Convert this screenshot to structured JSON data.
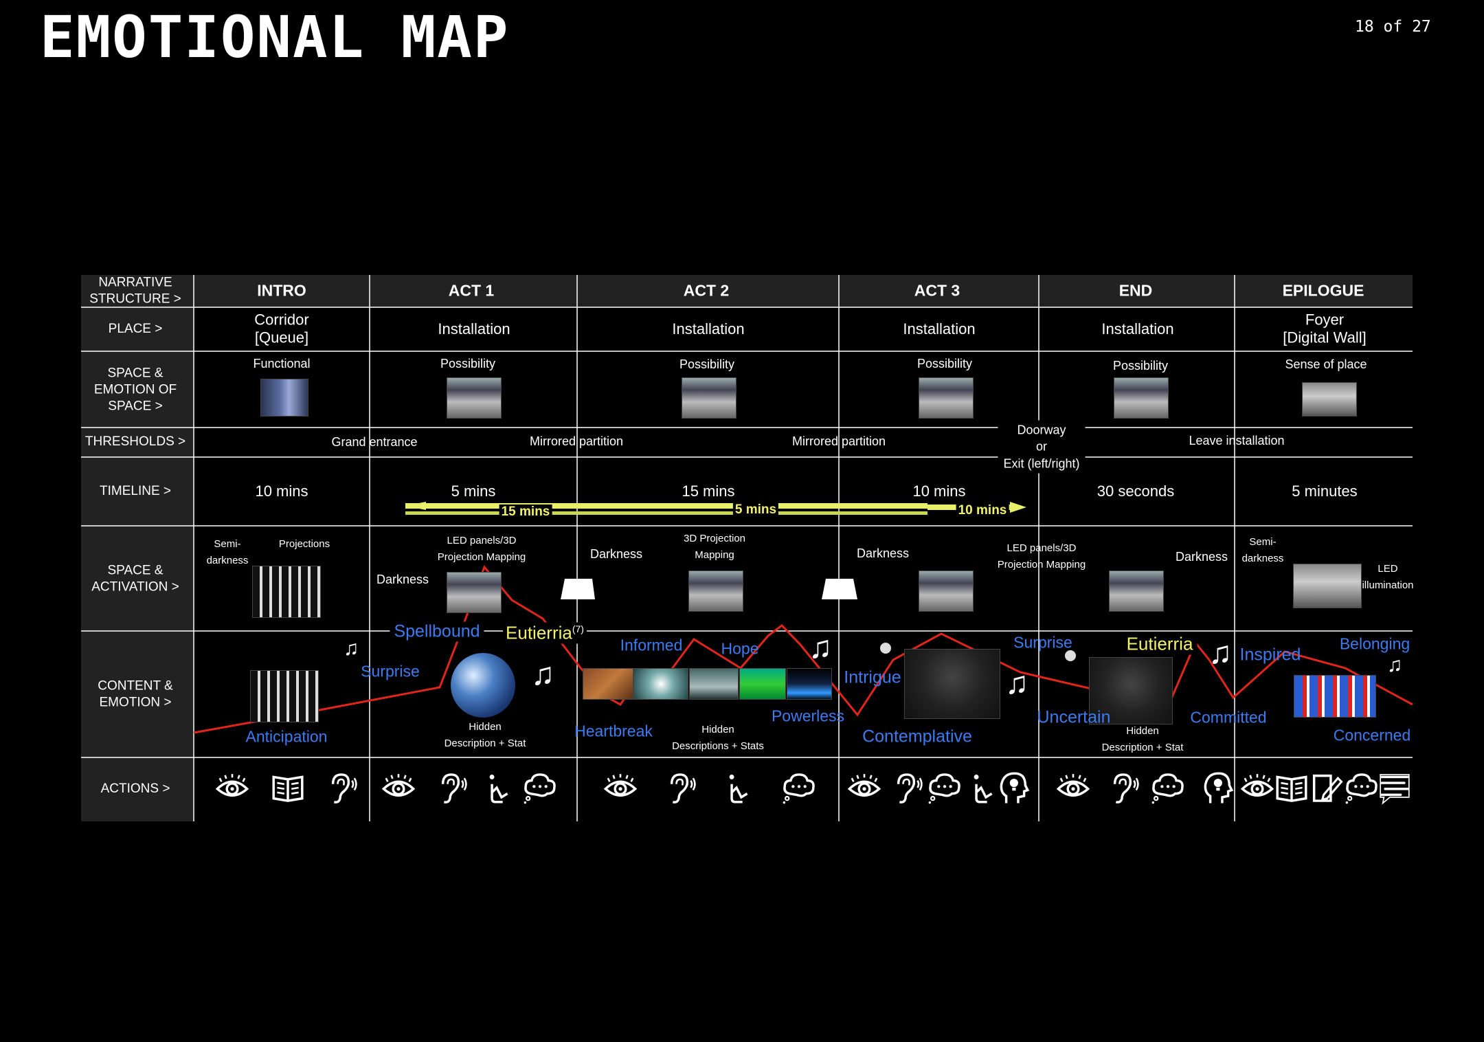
{
  "title": "EMOTIONAL MAP",
  "page_indicator": "18 of 27",
  "row_labels": {
    "narrative": "NARRATIVE\nSTRUCTURE >",
    "place": "PLACE >",
    "space_emotion": "SPACE &\nEMOTION OF\nSPACE >",
    "thresholds": "THRESHOLDS >",
    "timeline": "TIMELINE >",
    "activation": "SPACE &\nACTIVATION >",
    "content": "CONTENT &\nEMOTION >",
    "actions": "ACTIONS >"
  },
  "acts": [
    "INTRO",
    "ACT 1",
    "ACT 2",
    "ACT 3",
    "END",
    "EPILOGUE"
  ],
  "places": [
    "Corridor\n[Queue]",
    "Installation",
    "Installation",
    "Installation",
    "Installation",
    "Foyer\n[Digital Wall]"
  ],
  "space_emotions": [
    "Functional",
    "Possibility",
    "Possibility",
    "Possibility",
    "Possibility",
    "Sense of place"
  ],
  "thresholds": {
    "grand": "Grand entrance",
    "mirrored1": "Mirrored partition",
    "mirrored2": "Mirrored partition",
    "doorway": "Doorway\nor\nExit (left/right)",
    "leave": "Leave installation"
  },
  "timeline": {
    "durations": [
      "10 mins",
      "5 mins",
      "15 mins",
      "10 mins",
      "30 seconds",
      "5 minutes"
    ],
    "arrows": [
      "15 mins",
      "5 mins",
      "10 mins"
    ]
  },
  "activation": {
    "semi_darkness": "Semi-\ndarkness",
    "projections": "Projections",
    "led1": "LED panels/3D\nProjection Mapping",
    "darkness1": "Darkness",
    "darkness2": "Darkness",
    "mapping3d": "3D Projection\nMapping",
    "darkness3": "Darkness",
    "led2": "LED panels/3D\nProjection Mapping",
    "darkness4": "Darkness",
    "semi_darkness2": "Semi-\ndarkness",
    "led_illum": "LED\nillumination"
  },
  "emotions": {
    "anticipation": "Anticipation",
    "surprise1": "Surprise",
    "spellbound": "Spellbound",
    "eutierria1": "Eutierria",
    "eutierria_ref": "(7)",
    "heartbreak": "Heartbreak",
    "informed": "Informed",
    "hope": "Hope",
    "powerless": "Powerless",
    "intrigue": "Intrigue",
    "contemplative": "Contemplative",
    "surprise2": "Surprise",
    "uncertain": "Uncertain",
    "eutierria2": "Eutierria",
    "committed": "Committed",
    "inspired": "Inspired",
    "belonging": "Belonging",
    "concerned": "Concerned"
  },
  "content_notes": {
    "hidden1": "Hidden\nDescription + Stat",
    "hidden2": "Hidden\nDescriptions + Stats",
    "hidden3": "Hidden\nDescription + Stat"
  },
  "colors": {
    "line": "#e0261b",
    "emotion": "#3d7bf0",
    "highlight": "#f2f16a",
    "grid": "#ffffff",
    "header_bg": "#222222"
  },
  "action_icons": [
    [
      "eye-icon",
      "book-icon",
      "ear-icon"
    ],
    [
      "eye-icon",
      "ear-icon",
      "touch-icon",
      "speech-cloud-icon"
    ],
    [
      "eye-icon",
      "ear-icon",
      "touch-icon",
      "speech-cloud-icon"
    ],
    [
      "eye-icon",
      "ear-icon",
      "speech-cloud-icon",
      "touch-icon",
      "idea-head-icon"
    ],
    [
      "eye-icon",
      "ear-icon",
      "speech-cloud-icon",
      "idea-head-icon"
    ],
    [
      "eye-icon",
      "book-icon",
      "write-icon",
      "speech-cloud-icon",
      "chat-icon"
    ]
  ]
}
